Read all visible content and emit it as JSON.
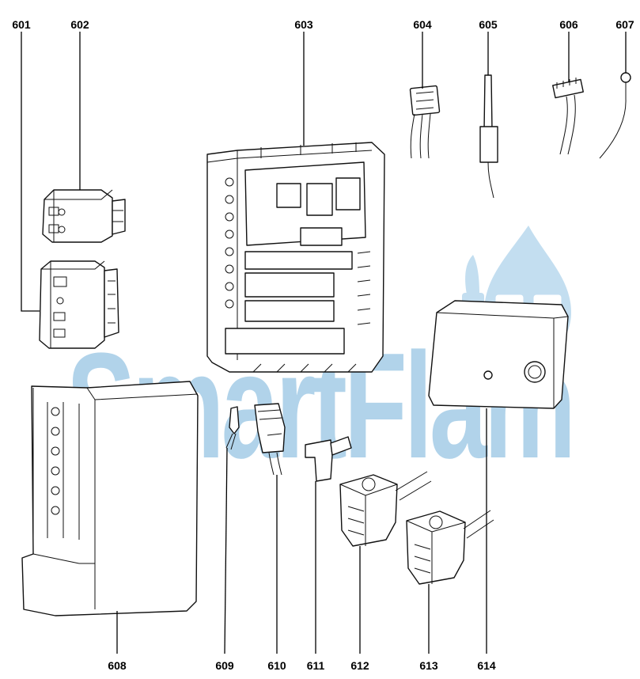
{
  "watermark": {
    "text": "SmartFlam",
    "color": "#a9cfe8",
    "logo_color": "#b9d9ee"
  },
  "callouts": [
    {
      "id": "601",
      "label": "601"
    },
    {
      "id": "602",
      "label": "602"
    },
    {
      "id": "603",
      "label": "603"
    },
    {
      "id": "604",
      "label": "604"
    },
    {
      "id": "605",
      "label": "605"
    },
    {
      "id": "606",
      "label": "606"
    },
    {
      "id": "607",
      "label": "607"
    },
    {
      "id": "608",
      "label": "608"
    },
    {
      "id": "609",
      "label": "609"
    },
    {
      "id": "610",
      "label": "610"
    },
    {
      "id": "611",
      "label": "611"
    },
    {
      "id": "612",
      "label": "612"
    },
    {
      "id": "613",
      "label": "613"
    },
    {
      "id": "614",
      "label": "614"
    }
  ]
}
